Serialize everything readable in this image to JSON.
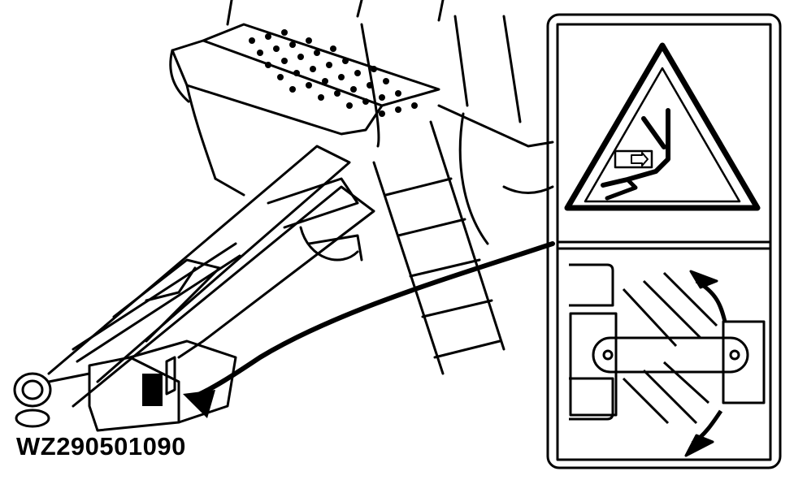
{
  "figure": {
    "id_label": "WZ290501090",
    "type": "technical line illustration",
    "subject": "machine drawbar / hitch with ladder and platform, arrow pointing to safety decal location",
    "colors": {
      "line": "#000000",
      "background": "#ffffff"
    }
  },
  "decal": {
    "panels": [
      {
        "name": "warning-triangle",
        "symbol": "crush-hazard-hand-icon",
        "description": "Hand being crushed by moving part inside warning triangle"
      },
      {
        "name": "rotation-hazard",
        "symbol": "rotating-drawbar-icon",
        "description": "Pivoting drawbar with curved rotation arrows"
      }
    ]
  }
}
